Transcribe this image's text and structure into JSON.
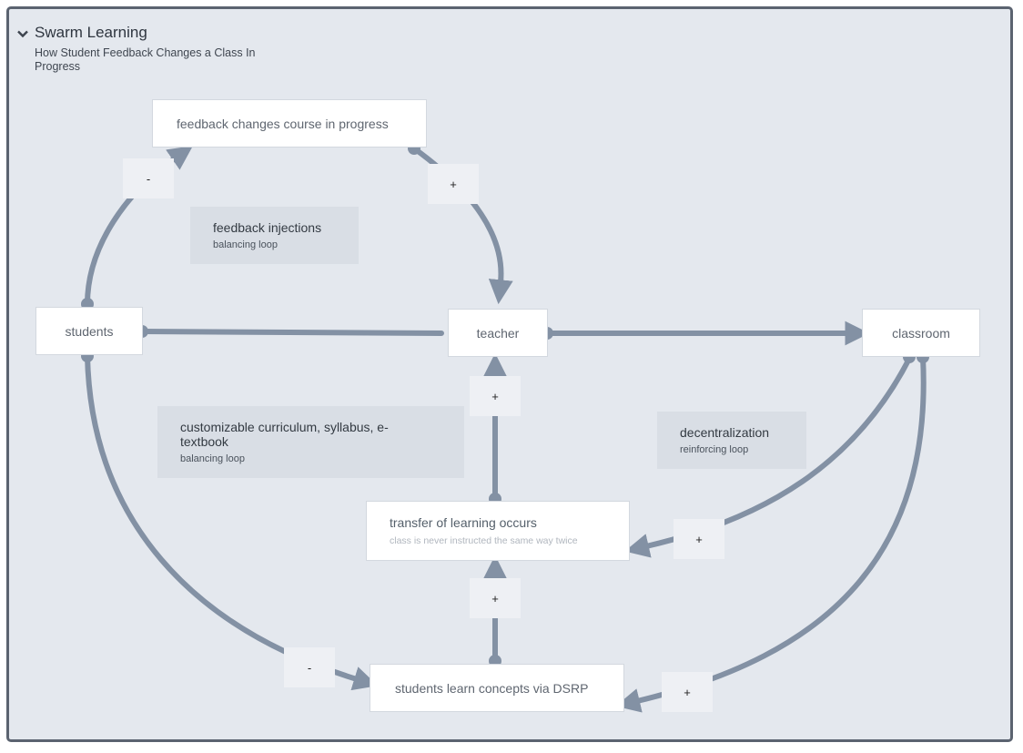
{
  "header": {
    "title": "Swarm Learning",
    "subtitle": "How Student Feedback Changes a Class In Progress"
  },
  "nodes": {
    "feedback": "feedback changes course in progress",
    "students": "students",
    "teacher": "teacher",
    "classroom": "classroom",
    "transfer": "transfer of learning occurs",
    "transfer_note": "class is never instructed the same way twice",
    "dsrp": "students learn concepts via DSRP"
  },
  "loops": {
    "feedback_injections": {
      "name": "feedback injections",
      "type": "balancing loop"
    },
    "curriculum": {
      "name": "customizable curriculum, syllabus, e-textbook",
      "type": "balancing loop"
    },
    "decentralization": {
      "name": "decentralization",
      "type": "reinforcing loop"
    }
  },
  "polarities": {
    "students_to_feedback": "-",
    "feedback_to_teacher": "+",
    "transfer_to_teacher": "+",
    "classroom_to_transfer": "+",
    "dsrp_to_transfer": "+",
    "students_to_dsrp": "-",
    "classroom_to_dsrp": "+"
  },
  "colors": {
    "connector": "#8391a4",
    "panel_bg": "#e4e8ee",
    "panel_border": "#5b6370"
  }
}
